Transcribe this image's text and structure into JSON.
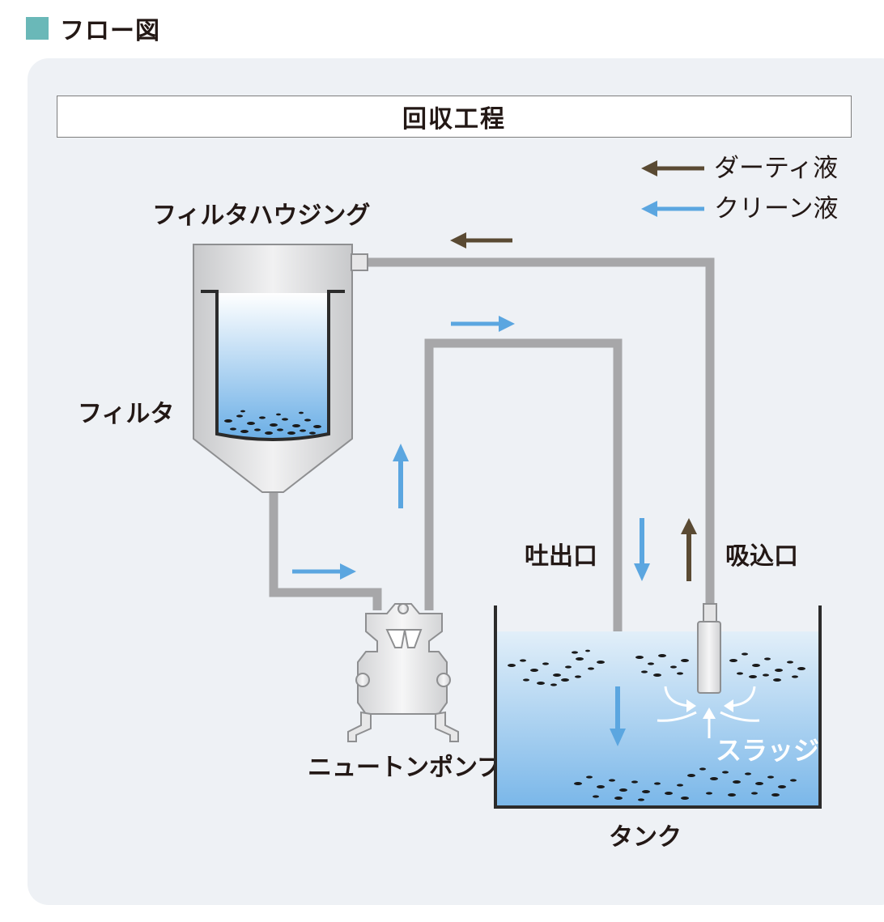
{
  "section_title": "フロー図",
  "process_title": "回収工程",
  "legend": [
    {
      "label": "ダーティ液",
      "color": "#5a4a33"
    },
    {
      "label": "クリーン液",
      "color": "#5ba6e0"
    }
  ],
  "labels": {
    "filter_housing": "フィルタハウジング",
    "filter": "フィルタ",
    "pump": "ニュートンポンプ",
    "discharge_port": "吐出口",
    "suction_port": "吸込口",
    "sludge": "スラッジ",
    "tank": "タンク"
  },
  "colors": {
    "accent_square": "#6ab8b8",
    "pipe": "#a7a7a9",
    "dirty_flow": "#5a4a33",
    "clean_flow": "#5ba6e0",
    "liquid_top": "#d9ebf7",
    "liquid_bottom": "#7db9ea"
  }
}
